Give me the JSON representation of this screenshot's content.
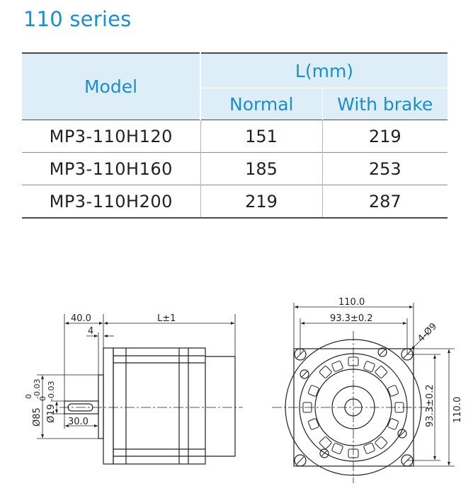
{
  "title": "110 series",
  "table": {
    "header_model": "Model",
    "header_l": "L(mm)",
    "header_normal": "Normal",
    "header_brake": "With brake",
    "rows": [
      {
        "model": "MP3-110H120",
        "normal": "151",
        "brake": "219"
      },
      {
        "model": "MP3-110H160",
        "normal": "185",
        "brake": "253"
      },
      {
        "model": "MP3-110H200",
        "normal": "219",
        "brake": "287"
      }
    ]
  },
  "side_view": {
    "dim_flange": "40.0",
    "dim_length": "L±1",
    "dim_step": "4",
    "dim_pilot": "Ø85",
    "dim_pilot_tol_upper": "0",
    "dim_pilot_tol_lower": "-0.03",
    "dim_shaft": "Ø19",
    "dim_shaft_tol_upper": "0",
    "dim_shaft_tol_lower": "-0.03",
    "dim_key": "30.0"
  },
  "front_view": {
    "dim_width": "110.0",
    "dim_hole_pitch_h": "93.3±0.2",
    "dim_hole_pitch_v": "93.3±0.2",
    "dim_height": "110.0",
    "dim_holes": "4-Ø9"
  },
  "colors": {
    "title": "#1a8fc9",
    "header_bg": "#ddeef8",
    "header_text": "#1a8fc9",
    "line": "#231f20"
  }
}
